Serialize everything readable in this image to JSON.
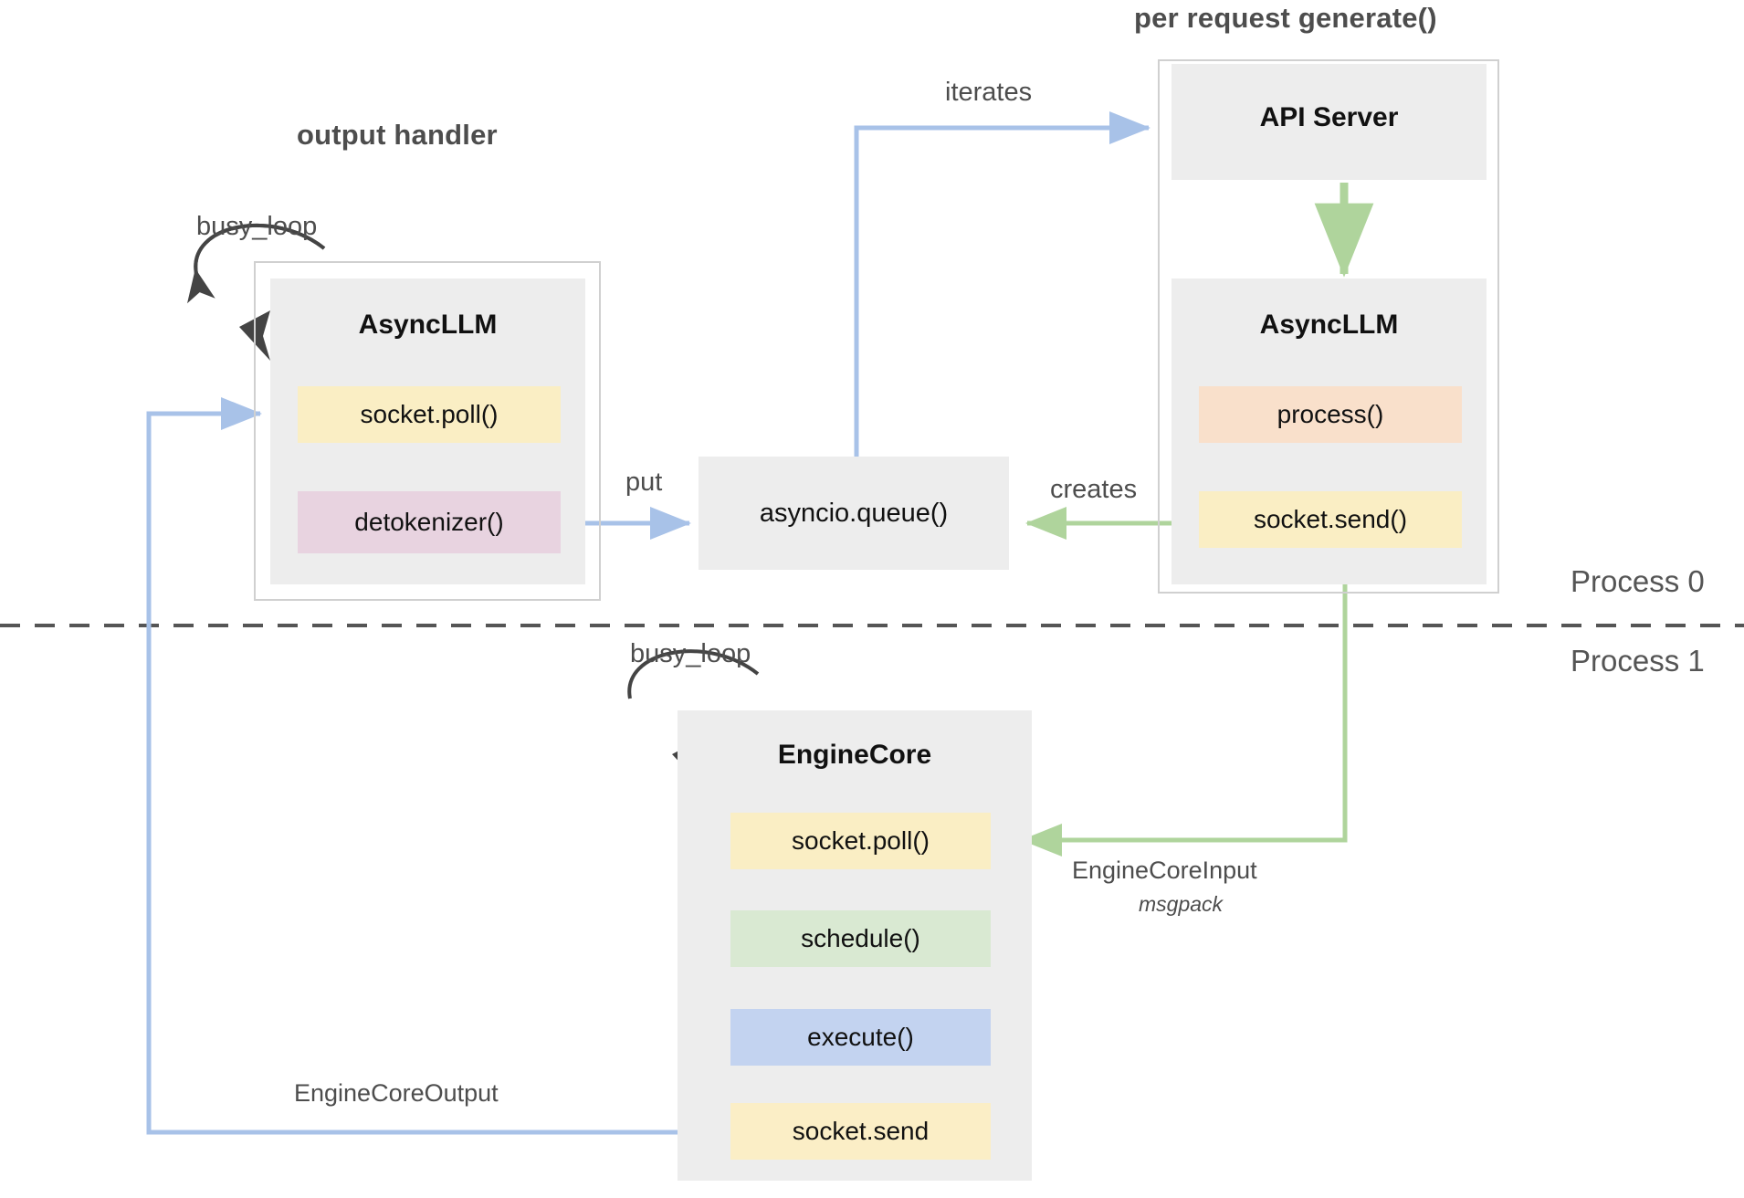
{
  "diagram": {
    "title_left": "output handler",
    "title_right": "per request generate()",
    "process_top": "Process 0",
    "process_bottom": "Process 1"
  },
  "colors": {
    "box_gray": "#ededed",
    "frame_border": "#d0d0d0",
    "yellow": "#faeec4",
    "yellow_alt": "#fbeec6",
    "pink": "#e8d3e0",
    "peach": "#f9e0cb",
    "green": "#d9e9d2",
    "blue": "#c3d3f0",
    "arrow_blue": "#a8c2e8",
    "arrow_green": "#afd49c",
    "arrow_black": "#444444",
    "dashed": "#555555",
    "text_dark": "#111111",
    "text_gray": "#4d4d4d"
  },
  "output_handler": {
    "component": "AsyncLLM",
    "loop_label": "busy_loop",
    "items": [
      {
        "label": "socket.poll()",
        "color": "#faeec4"
      },
      {
        "label": "detokenizer()",
        "color": "#e8d3e0"
      }
    ]
  },
  "queue": {
    "label": "asyncio.queue()"
  },
  "per_request": {
    "api_server": "API Server",
    "component": "AsyncLLM",
    "items": [
      {
        "label": "process()",
        "color": "#f9e0cb"
      },
      {
        "label": "socket.send()",
        "color": "#faeec4"
      }
    ]
  },
  "engine_core": {
    "component": "EngineCore",
    "loop_label": "busy_loop",
    "items": [
      {
        "label": "socket.poll()",
        "color": "#faeec4"
      },
      {
        "label": "schedule()",
        "color": "#d9e9d2"
      },
      {
        "label": "execute()",
        "color": "#c3d3f0"
      },
      {
        "label": "socket.send",
        "color": "#fbeec6"
      }
    ]
  },
  "edges": {
    "iterates": "iterates",
    "put": "put",
    "creates": "creates",
    "engine_core_input": "EngineCoreInput",
    "engine_core_input_sub": "msgpack",
    "engine_core_output": "EngineCoreOutput"
  }
}
